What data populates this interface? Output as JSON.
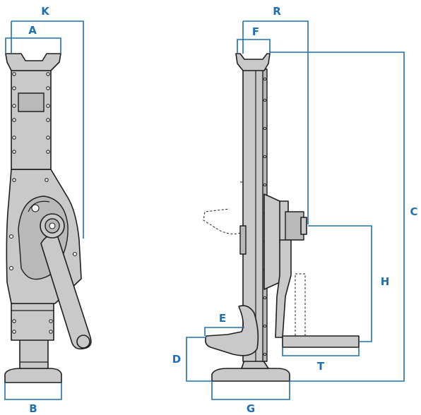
{
  "labels": {
    "k": "K",
    "a": "A",
    "b": "B",
    "r": "R",
    "f": "F",
    "c": "C",
    "h": "H",
    "e": "E",
    "d": "D",
    "t": "T",
    "g": "G"
  },
  "colors": {
    "dimension": "#1f6fb5",
    "body": "#c9c9c9",
    "outline": "#1e1e1e"
  }
}
